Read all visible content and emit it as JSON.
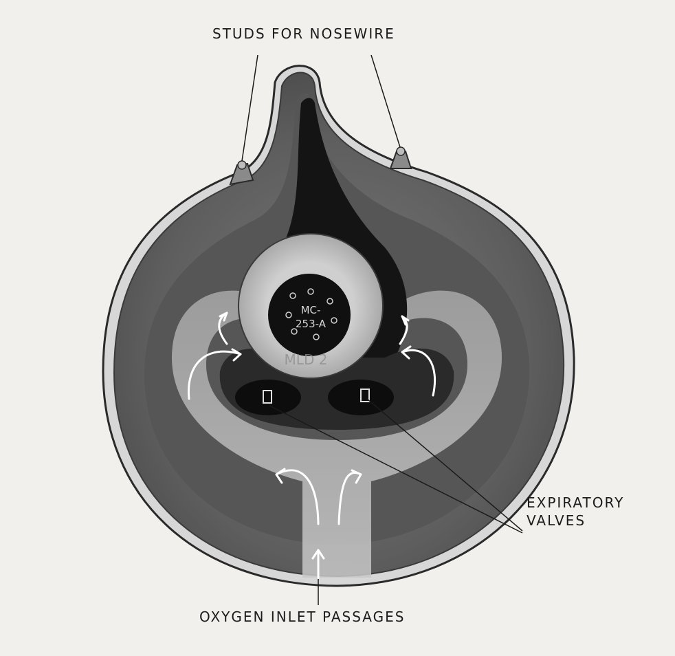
{
  "labels": {
    "studs": "STUDS FOR NOSEWIRE",
    "expiratory_line1": "EXPIRATORY",
    "expiratory_line2": "VALVES",
    "oxygen": "OXYGEN INLET PASSAGES"
  },
  "valve_marking": {
    "line1": "MC-",
    "line2": "253-A",
    "moulding": "MLD 2"
  },
  "colors": {
    "background": "#f2f0ec",
    "mask_outer": "#6a6a6a",
    "mask_inner": "#555555",
    "passage": "#bdbdbd",
    "nose_dark": "#151515",
    "valve_ring": "#c4c4c4",
    "valve_disc": "#101010",
    "arrow": "#ffffff"
  }
}
